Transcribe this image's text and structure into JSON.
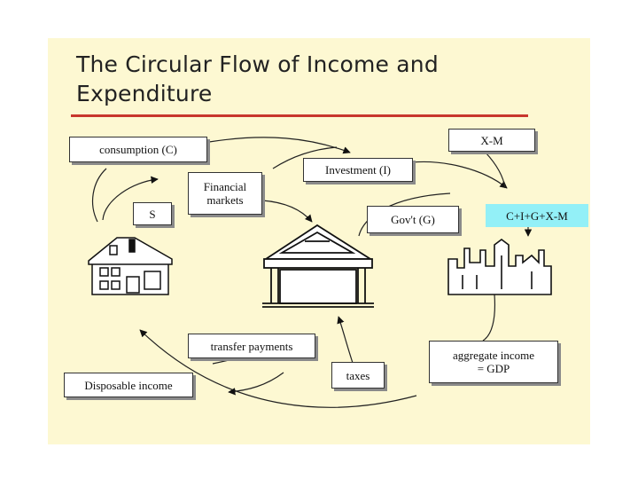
{
  "title": {
    "line1": "The Circular Flow of Income and",
    "line2": "Expenditure"
  },
  "labels": {
    "consumption": "consumption (C)",
    "xm": "X-M",
    "financial_markets_line1": "Financial",
    "financial_markets_line2": "markets",
    "investment": "Investment (I)",
    "savings": "S",
    "govt": "Gov't (G)",
    "total_expenditure": "C+I+G+X-M",
    "transfer_payments": "transfer payments",
    "aggregate_income_line1": "aggregate income",
    "aggregate_income_line2": "= GDP",
    "taxes": "taxes",
    "disposable_income": "Disposable income"
  },
  "colors": {
    "panel": "#fdf8d2",
    "rule": "#c8362d",
    "highlight": "#93f0f7"
  },
  "icons": [
    "house-icon",
    "government-building-icon",
    "city-skyline-icon"
  ]
}
